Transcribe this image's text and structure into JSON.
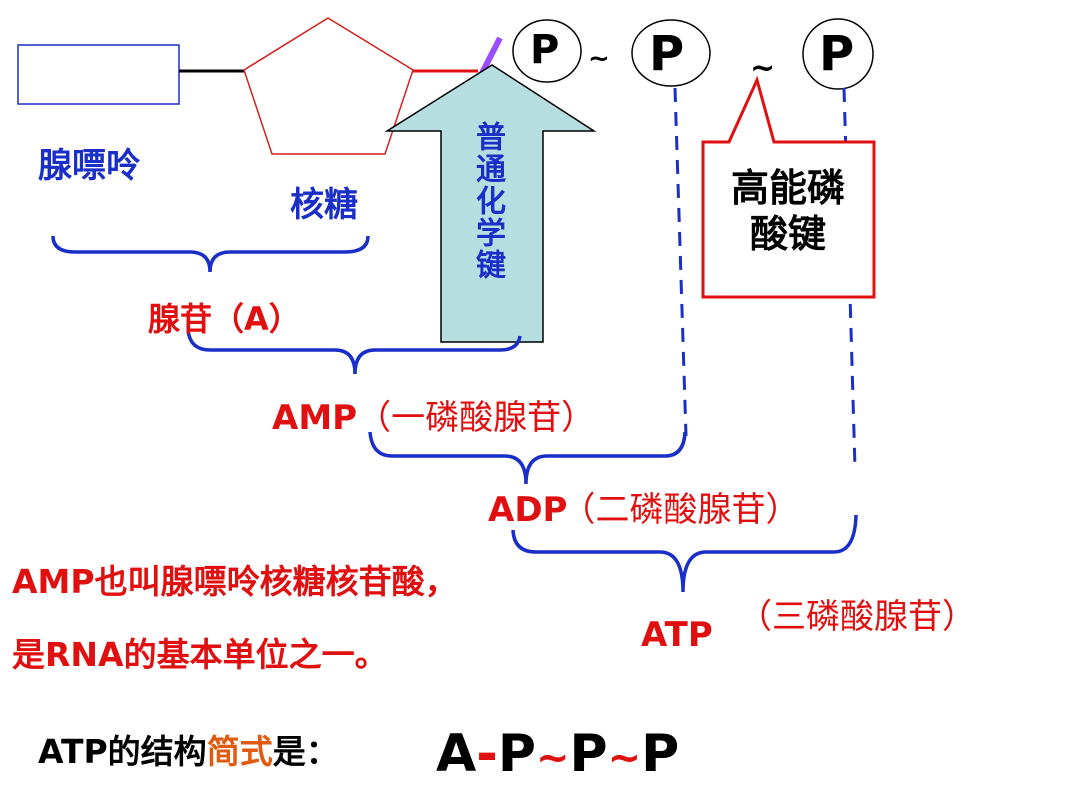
{
  "diagram": {
    "adenine_label": "腺嘌呤",
    "ribose_label": "核糖",
    "adenosine_label": "腺苷（A）",
    "phosphate_1": "P",
    "phosphate_2": "P",
    "phosphate_3": "P",
    "tilde_1": "~",
    "tilde_2": "~",
    "ordinary_bond_label": "普通化学键",
    "high_energy_bond_label": "高能磷\n酸键",
    "amp_label": "AMP",
    "amp_desc": "（一磷酸腺苷）",
    "adp_label": "ADP",
    "adp_desc": "（二磷酸腺苷）",
    "atp_label": "ATP",
    "atp_desc": "（三磷酸腺苷）"
  },
  "notes": {
    "line1": "AMP也叫腺嘌呤核糖核苷酸，",
    "line2": "是RNA的基本单位之一。"
  },
  "formula": {
    "prefix": "ATP的结构",
    "highlight": "简式",
    "suffix": "是：",
    "a": "A",
    "dash": "-",
    "p1": "P",
    "tilde1": "~",
    "p2": "P",
    "tilde2": "~",
    "p3": "P"
  },
  "colors": {
    "blue": "#1a2fc8",
    "red": "#e01010",
    "arrow_fill": "#b6dde0",
    "orange": "#e05a10",
    "purple": "#9a4dff"
  }
}
